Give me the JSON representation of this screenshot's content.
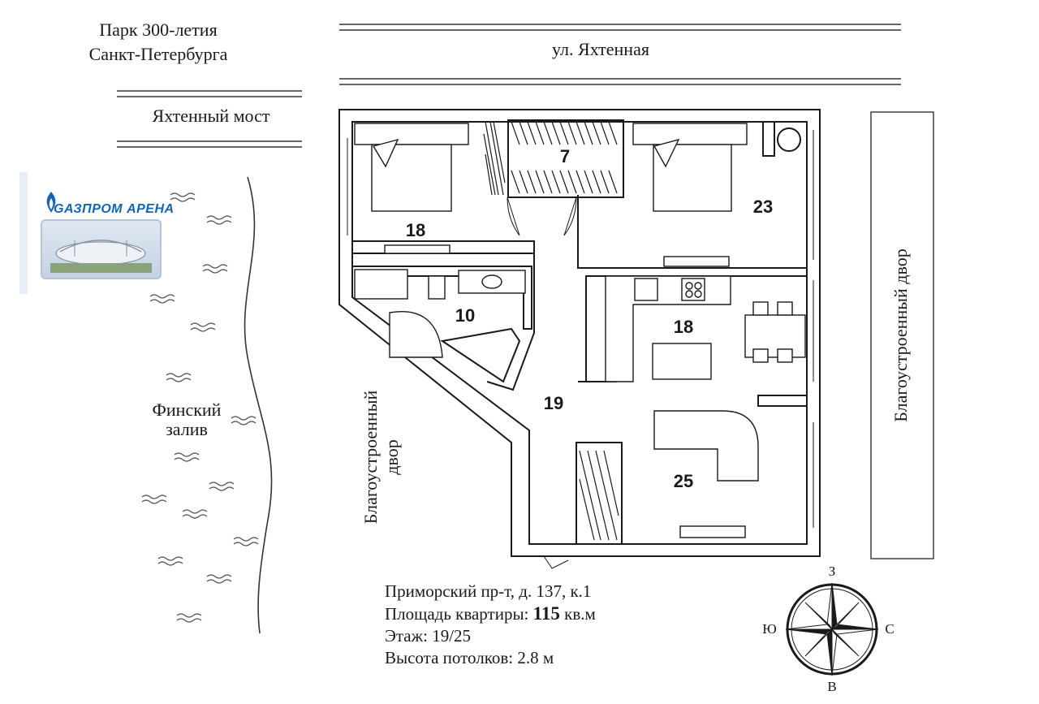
{
  "labels": {
    "park_line1": "Парк 300-летия",
    "park_line2": "Санкт-Петербурга",
    "street": "ул. Яхтенная",
    "bridge": "Яхтенный мост",
    "gulf_line1": "Финский",
    "gulf_line2": "залив",
    "yard_right": "Благоустроенный двор",
    "yard_mid_line1": "Благоустроенный",
    "yard_mid_line2": "двор",
    "logo_g": "G",
    "logo_text": "АЗПРОМ АРЕНА"
  },
  "rooms": {
    "bedroom_left": "18",
    "closet": "7",
    "bedroom_right": "23",
    "bathroom": "10",
    "kitchen": "18",
    "hall": "19",
    "living": "25"
  },
  "info": {
    "address": "Приморский пр-т, д. 137, к.1",
    "area_label": "Площадь квартиры:",
    "area_value": "115",
    "area_unit": "кв.м",
    "floor": "Этаж: 19/25",
    "ceiling": "Высота потолков: 2.8 м"
  },
  "compass": {
    "north_top": "З",
    "bottom": "В",
    "left": "Ю",
    "right": "С"
  },
  "colors": {
    "wall": "#1a1a1a",
    "logo_blue": "#1464b4",
    "stadium_bg": "#dfe8f2"
  }
}
